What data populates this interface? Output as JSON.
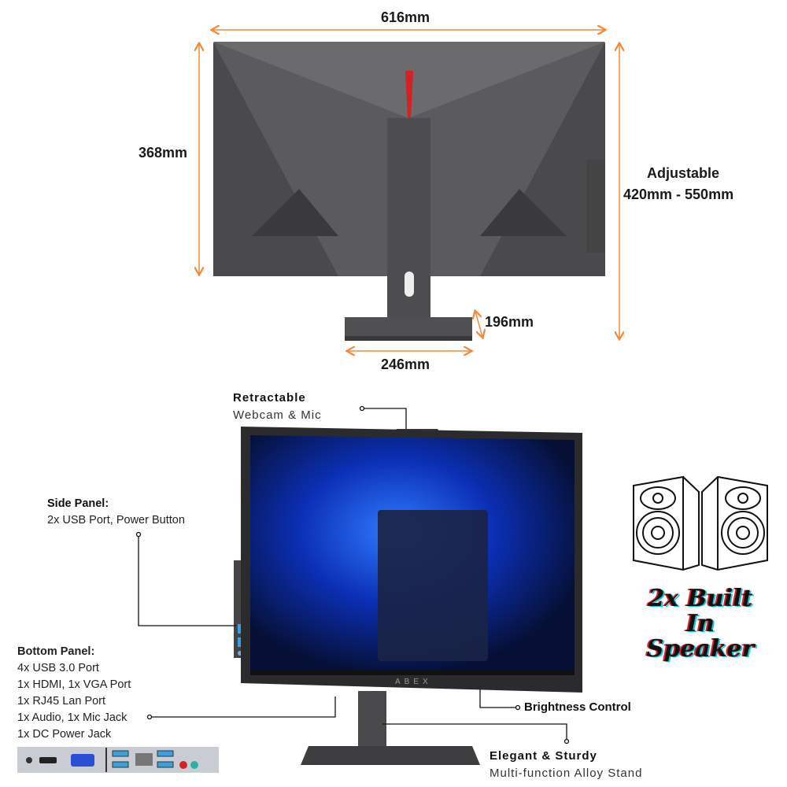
{
  "dimensions": {
    "width": "616mm",
    "height": "368mm",
    "adjustable_label": "Adjustable",
    "adjustable_range": "420mm - 550mm",
    "base_depth": "196mm",
    "base_width": "246mm"
  },
  "callouts": {
    "webcam": {
      "title": "Retractable",
      "text": "Webcam & Mic"
    },
    "side_panel": {
      "title": "Side Panel:",
      "text": "2x USB Port, Power Button"
    },
    "bottom_panel": {
      "title": "Bottom Panel:",
      "items": [
        "4x USB 3.0 Port",
        "1x HDMI, 1x VGA Port",
        "1x RJ45 Lan Port",
        "1x Audio, 1x Mic Jack",
        "1x DC Power Jack"
      ]
    },
    "brightness": {
      "title": "Brightness Control"
    },
    "stand": {
      "title": "Elegant & Sturdy",
      "text": "Multi-function Alloy Stand"
    },
    "speaker": {
      "line1": "2x Built",
      "line2": "In",
      "line3": "Speaker"
    }
  },
  "brand": "ABEX",
  "colors": {
    "arrow": "#f28a3c",
    "monitor": "#58585a",
    "accent_red": "#d42027"
  }
}
